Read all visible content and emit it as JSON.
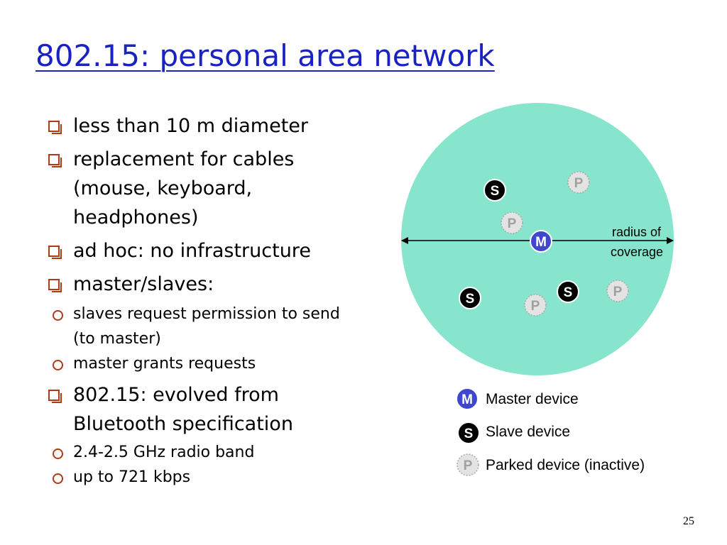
{
  "title": "802.15: personal area network",
  "bullets": [
    {
      "text": "less than 10 m diameter",
      "level": 1
    },
    {
      "text": "replacement for cables (mouse, keyboard, headphones)",
      "level": 1
    },
    {
      "text": "ad hoc: no infrastructure",
      "level": 1
    },
    {
      "text": "master/slaves:",
      "level": 1
    },
    {
      "text": "slaves request permission to send (to master)",
      "level": 2
    },
    {
      "text": "master grants requests",
      "level": 2
    },
    {
      "text": "802.15: evolved from Bluetooth specification",
      "level": 1
    },
    {
      "text": "2.4-2.5 GHz radio band",
      "level": 2
    },
    {
      "text": "up to 721 kbps",
      "level": 2
    }
  ],
  "diagram": {
    "radius_label_line1": "radius of",
    "radius_label_line2": "coverage",
    "nodes": [
      {
        "role": "slave",
        "label": "S"
      },
      {
        "role": "parked",
        "label": "P"
      },
      {
        "role": "parked",
        "label": "P"
      },
      {
        "role": "master",
        "label": "M"
      },
      {
        "role": "slave",
        "label": "S"
      },
      {
        "role": "slave",
        "label": "S"
      },
      {
        "role": "parked",
        "label": "P"
      },
      {
        "role": "parked",
        "label": "P"
      }
    ]
  },
  "legend": [
    {
      "symbol": "M",
      "label": "Master device"
    },
    {
      "symbol": "S",
      "label": "Slave device"
    },
    {
      "symbol": "P",
      "label": "Parked device (inactive)"
    }
  ],
  "page_number": "25",
  "colors": {
    "title": "#1a22c2",
    "coverage_area": "#86e5cc",
    "master": "#3f48cc",
    "slave": "#000000",
    "parked": "#e3e3e3",
    "bullet_marker": "#b03a16"
  }
}
